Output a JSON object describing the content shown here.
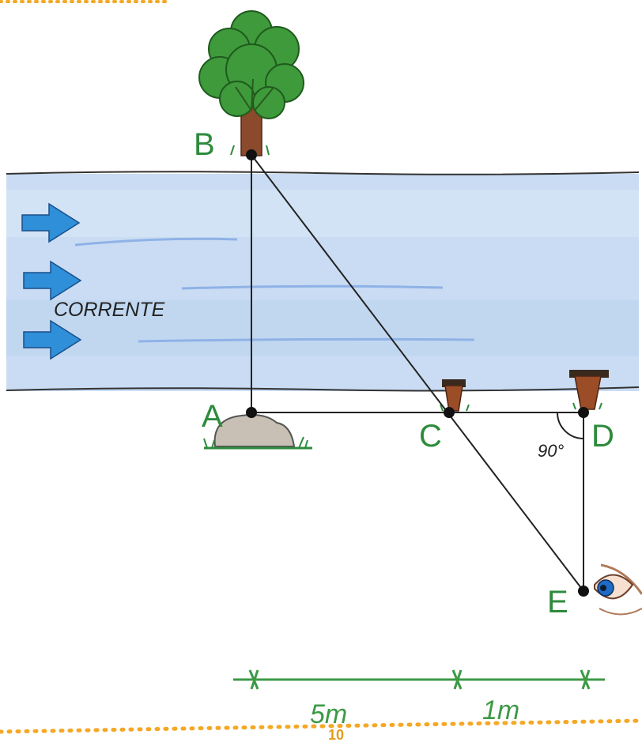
{
  "points": {
    "A": "A",
    "B": "B",
    "C": "C",
    "D": "D",
    "E": "E"
  },
  "river_label": "CORRENTE",
  "angle_label": "90°",
  "measures": {
    "first": "5m",
    "second": "1m"
  },
  "page_number": "10",
  "colors": {
    "water": "#c9dcf3",
    "water_line": "#8fb2e6",
    "arrow": "#2f8fd8",
    "label_green": "#2e8b3c",
    "scale_green": "#3c9a45",
    "dots": "#f4a825",
    "trunk": "#8b4a2b",
    "foliage": "#3e9a3a",
    "stake": "#9a4d26"
  },
  "icons": [
    "tree-icon",
    "rock-icon",
    "stake-icon",
    "eye-icon",
    "flow-arrow-icon"
  ]
}
